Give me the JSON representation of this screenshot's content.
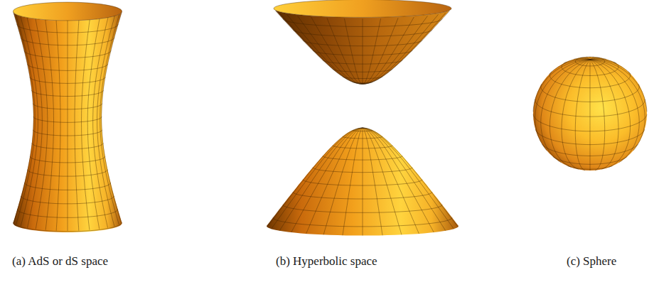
{
  "diagram": {
    "labels": [
      "(a) AdS or dS space",
      "(b) Hyperbolic space",
      "(c) Sphere"
    ]
  }
}
